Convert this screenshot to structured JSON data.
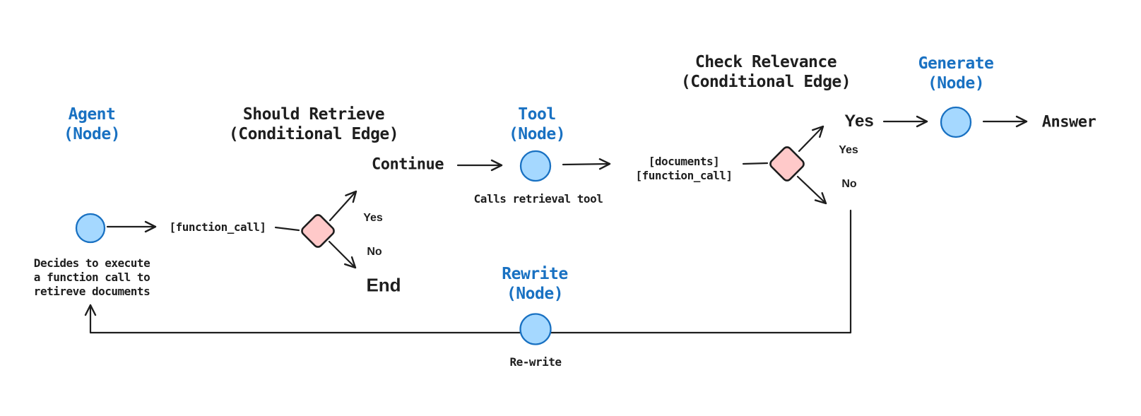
{
  "colors": {
    "background": "#ffffff",
    "text_dark": "#1e1e1e",
    "title_blue": "#1971c2",
    "node_fill": "#a5d8ff",
    "node_stroke": "#1971c2",
    "diamond_fill": "#ffc9c9",
    "edge_color": "#1e1e1e"
  },
  "diagram": {
    "agent": {
      "title": "Agent\n(Node)",
      "caption": "Decides to execute\na function call to\nretireve documents"
    },
    "should_retrieve": {
      "title": "Should Retrieve\n(Conditional Edge)",
      "input_label": "[function_call]",
      "yes_label": "Yes",
      "no_label": "No",
      "yes_target": "Continue",
      "no_target": "End"
    },
    "tool": {
      "title": "Tool\n(Node)",
      "caption": "Calls retrieval tool"
    },
    "check_relevance": {
      "title": "Check Relevance\n(Conditional Edge)",
      "input_label": "[documents]\n[function_call]",
      "yes_branch": "Yes",
      "yes_label": "Yes",
      "no_label": "No"
    },
    "generate": {
      "title": "Generate\n(Node)",
      "output_label": "Answer"
    },
    "rewrite": {
      "title": "Rewrite\n(Node)",
      "caption": "Re-write"
    }
  }
}
